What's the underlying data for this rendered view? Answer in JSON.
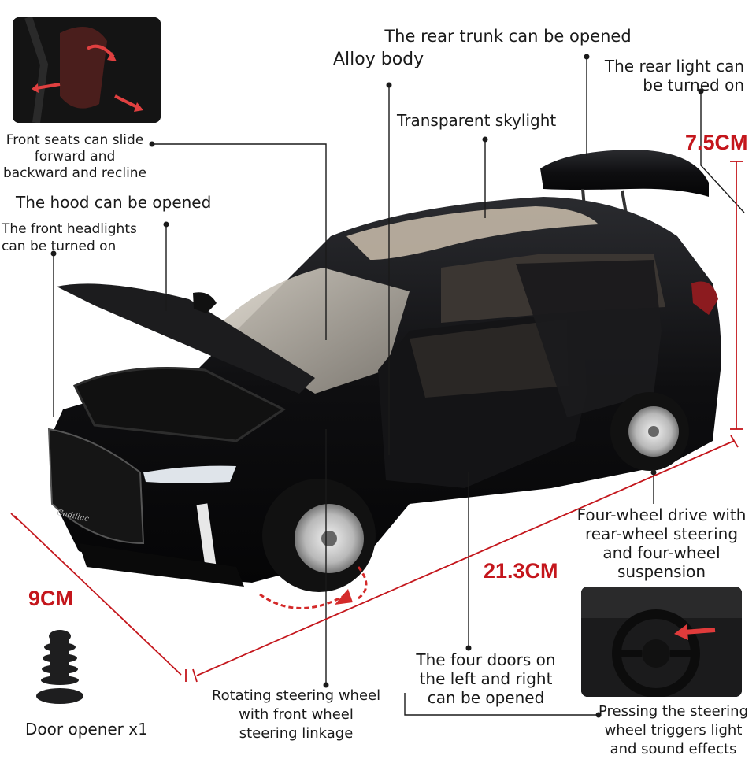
{
  "labels": {
    "rear_trunk": "The rear trunk can be opened",
    "alloy_body": "Alloy body",
    "rear_light": [
      "The rear light can",
      "be turned on"
    ],
    "skylight": "Transparent skylight",
    "front_seats": [
      "Front seats can slide",
      "forward and",
      "backward and recline"
    ],
    "hood": "The hood can be opened",
    "headlights": [
      "The front headlights",
      "can be turned on"
    ],
    "four_wheel": [
      "Four-wheel drive with",
      "rear-wheel steering",
      "and four-wheel",
      "suspension"
    ],
    "four_doors": [
      "The four doors on",
      "the left and right",
      "can be opened"
    ],
    "steering_rotate": [
      "Rotating steering wheel",
      "with front wheel",
      "steering linkage"
    ],
    "pressing_steering": [
      "Pressing the steering",
      "wheel triggers light",
      "and sound effects"
    ],
    "door_opener": "Door opener x1"
  },
  "dimensions": {
    "height": "7.5CM",
    "length": "21.3CM",
    "width": "9CM"
  },
  "brand_script": "Cadillac",
  "colors": {
    "dimension_red": "#c4161c",
    "car_body": "#0d0d0f",
    "text": "#1a1a1a"
  }
}
